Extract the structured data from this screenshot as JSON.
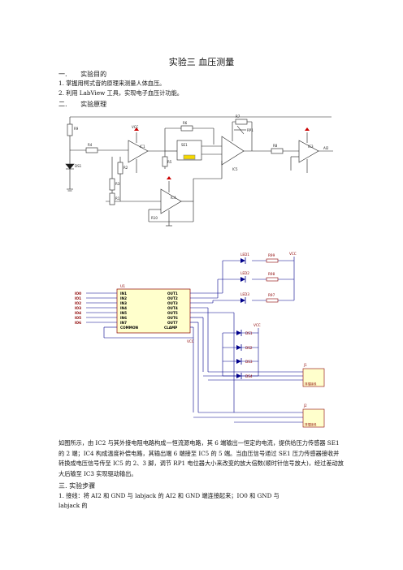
{
  "doc": {
    "title": "实验三 血压测量",
    "section1": {
      "num": "一.",
      "label": "实验目的"
    },
    "goals": [
      "1. 掌握用柯式音的原理来测量人体血压。",
      "2. 利用 LabView 工具，实现电子血压计功能。"
    ],
    "section2": {
      "num": "二.",
      "label": "实验原理"
    },
    "paragraph": "如图所示，由 IC2 与其外接电阻电路构成一恒流源电路，其 6 端输出一恒定的电流，提供给压力传感器 SE1 的 2 端；IC4 构成温度补偿电路，其输出端 6 端接至 IC5 的 5 端。当血压信号通过 SE1 压力传感器接收并转换成电压信号传至 IC5 的 2、3 脚，调节 RP1 电位器大小来改变的放大倍数(顺时针信号放大)，经过差动放大后输至 IC3 实现驱动输出。",
    "section3": "三. 实验步骤",
    "step1": "1. 接线：将 AI2 和 GND 与 labjack 的 AI2 和 GND 端连接起来；IO0 和 GND 与",
    "step1b": "labjack 的"
  },
  "circuit1": {
    "labels": {
      "r9": "R9",
      "r4": "R4",
      "ic1": "IC1",
      "r2": "R2",
      "r3": "R3",
      "r6": "R6",
      "se1": "SE1",
      "rp1": "RP1",
      "r8": "R8",
      "ic5": "IC5",
      "ic3": "IC3",
      "ic4": "IC4",
      "r5": "R5",
      "r1": "R1",
      "ai2": "AI2",
      "d1": "DS1",
      "r7": "R7",
      "r10": "R10",
      "vcc": "VCC"
    }
  },
  "circuit2": {
    "chip": "U1",
    "in_pins": [
      "IN1",
      "IN2",
      "IN3",
      "IN4",
      "IN5",
      "IN6",
      "IN7",
      "COMMON"
    ],
    "out_pins": [
      "OUT1",
      "OUT2",
      "OUT3",
      "OUT4",
      "OUT5",
      "OUT6",
      "OUT7",
      "CLAMP"
    ],
    "io_labels": [
      "IO0",
      "IO1",
      "IO2",
      "IO3",
      "IO4",
      "IO5",
      "IO6"
    ],
    "leds": [
      "LED1",
      "LED2",
      "LED3"
    ],
    "res": [
      "R99",
      "R98",
      "R97"
    ],
    "diodes": [
      "DS1",
      "DS2",
      "DS3",
      "DS4"
    ],
    "vcc": "VCC",
    "conn1": "J1",
    "conn2": "J2",
    "conn_caption": "排插接线"
  }
}
